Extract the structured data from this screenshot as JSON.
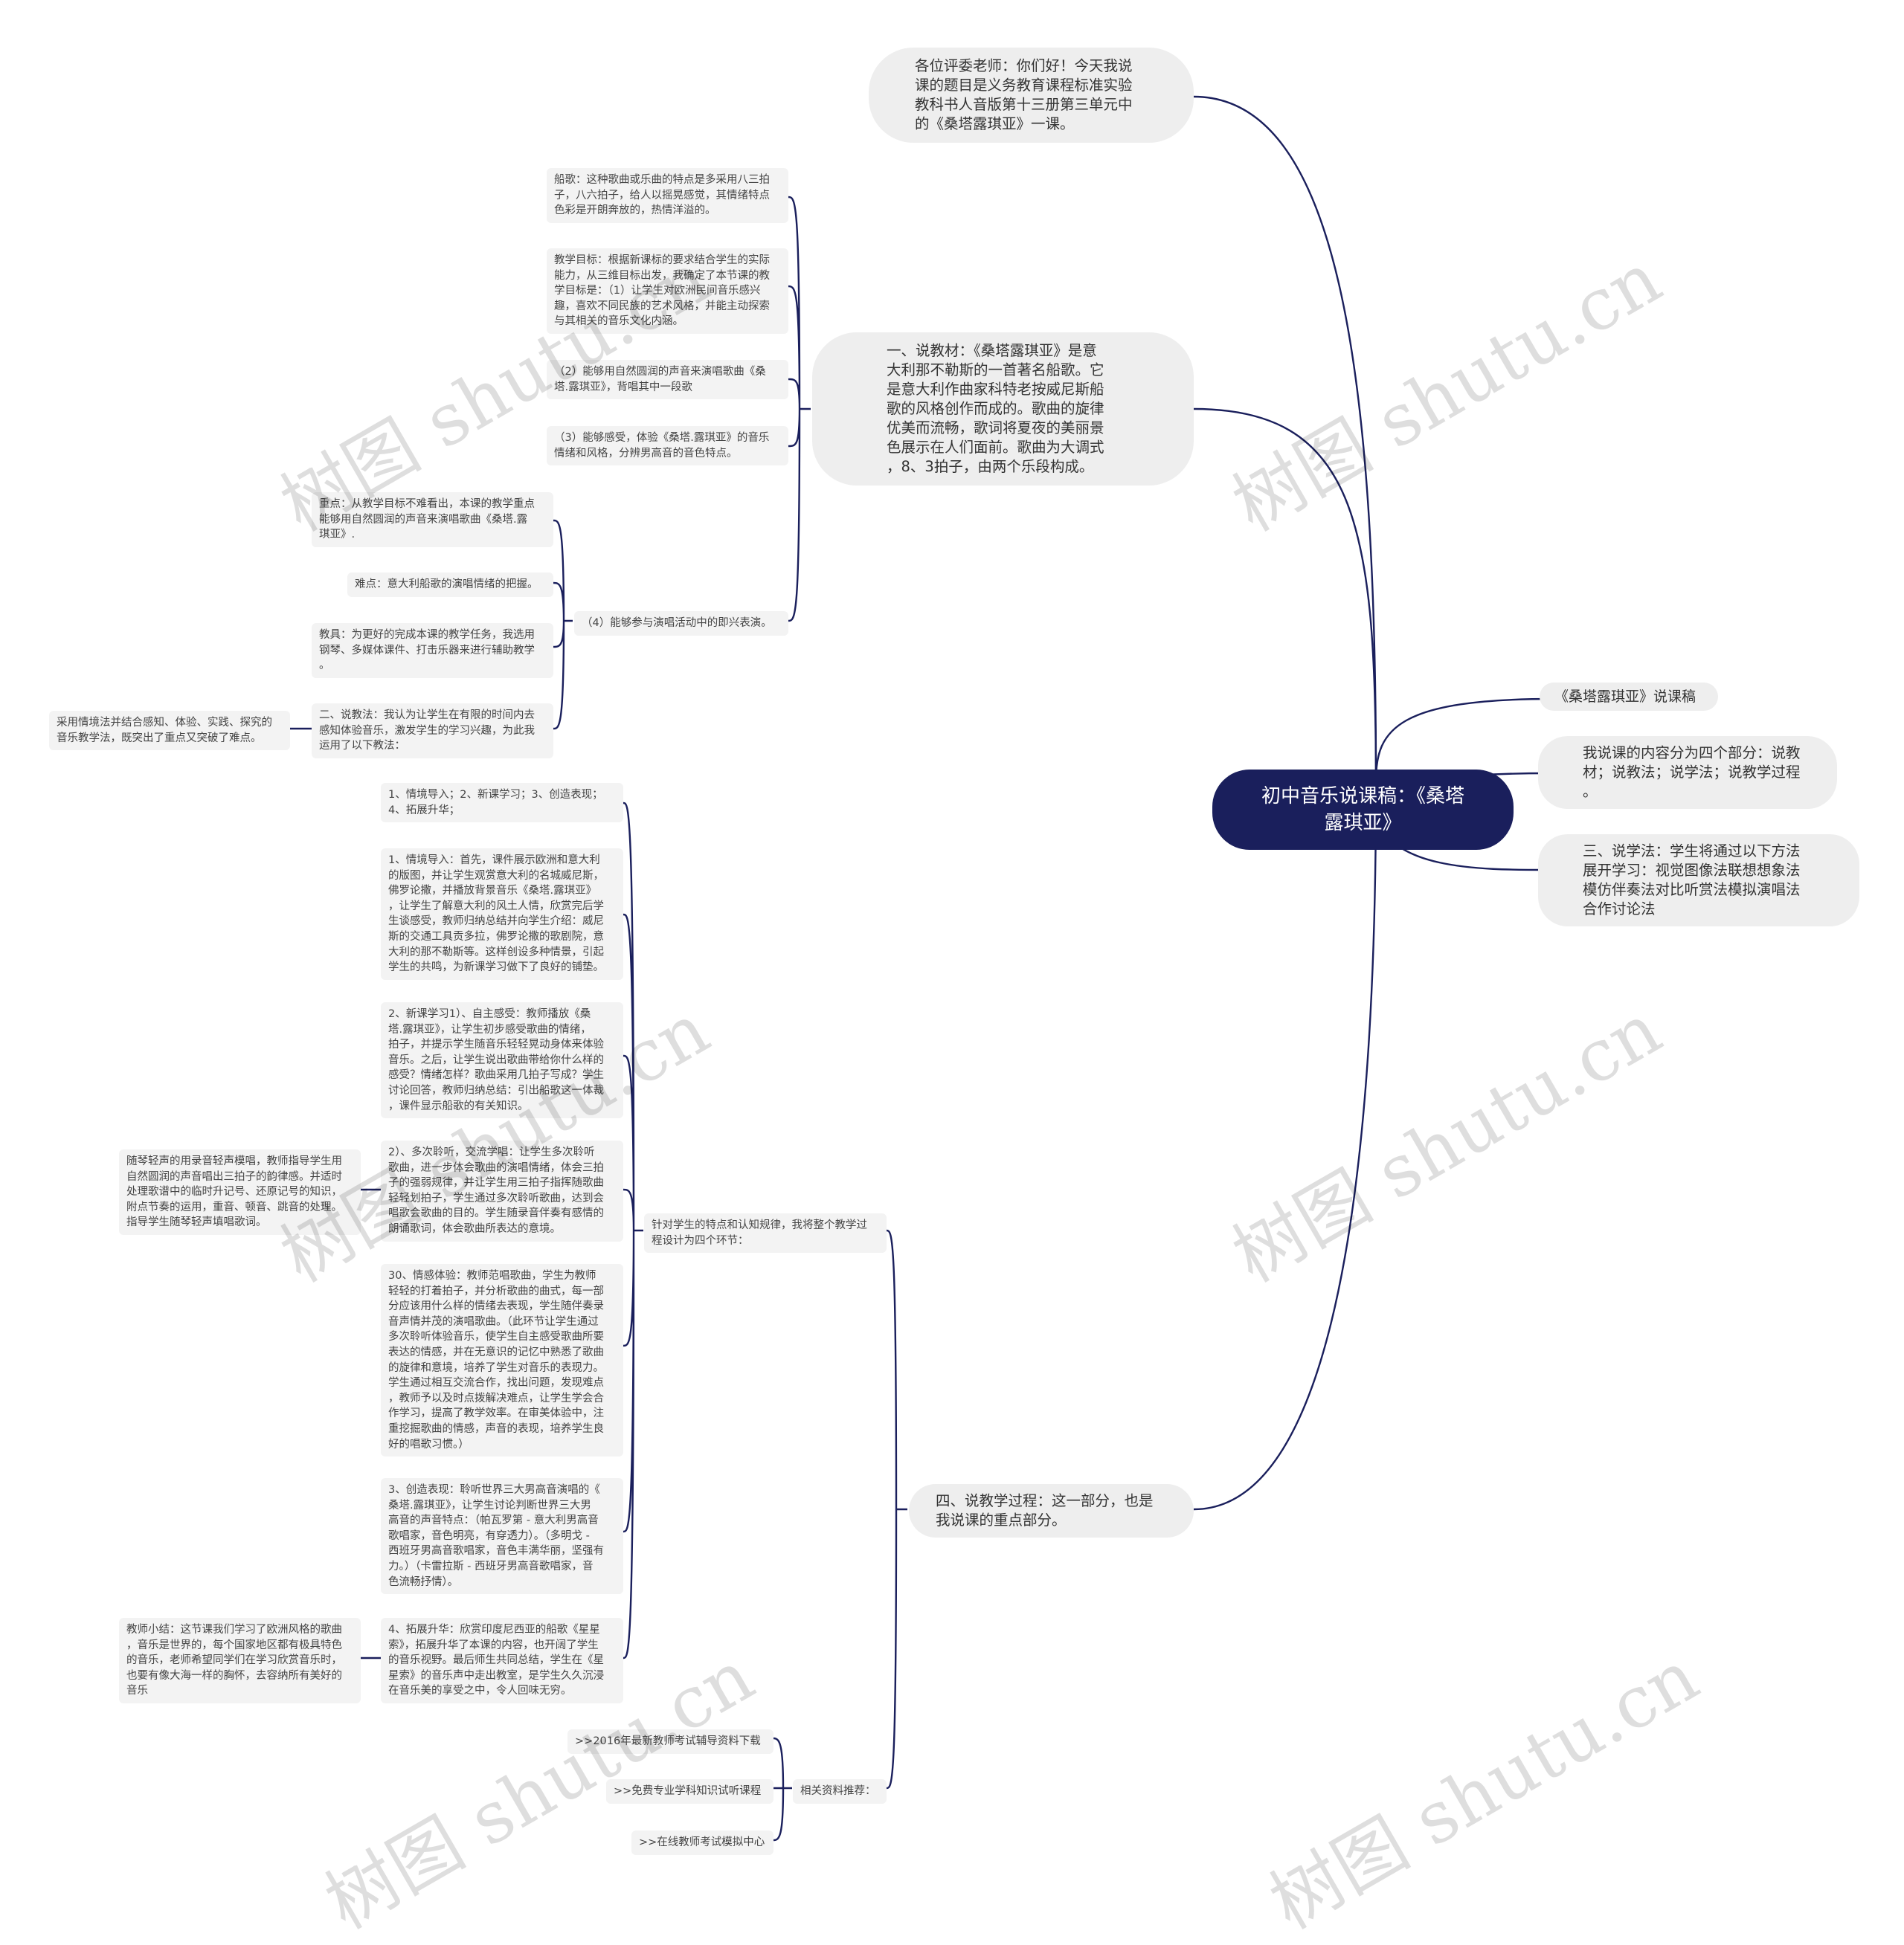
{
  "root": {
    "text": "初中音乐说课稿：《桑塔\n露琪亚》"
  },
  "right": [
    {
      "text": "《桑塔露琪亚》说课稿"
    },
    {
      "text": "我说课的内容分为四个部分：说教\n材；说教法；说学法；说教学过程\n。"
    },
    {
      "text": "三、说学法：学生将通过以下方法\n展开学习：视觉图像法联想想象法\n模仿伴奏法对比听赏法模拟演唱法\n合作讨论法"
    }
  ],
  "left": {
    "intro": "各位评委老师：你们好！今天我说\n课的题目是义务教育课程标准实验\n教科书人音版第十三册第三单元中\n的《桑塔露琪亚》一课。",
    "teaching_material": "一、说教材：《桑塔露琪亚》是意\n大利那不勒斯的一首著名船歌。它\n是意大利作曲家科特老按威尼斯船\n歌的风格创作而成的。歌曲的旋律\n优美而流畅，歌词将夏夜的美丽景\n色展示在人们面前。歌曲为大调式\n，8、3拍子，由两个乐段构成。",
    "teaching_process": "四、说教学过程：这一部分，也是\n我说课的重点部分。"
  },
  "material_children": [
    "船歌：这种歌曲或乐曲的特点是多采用八三拍\n子，八六拍子，给人以摇晃感觉，其情绪特点\n色彩是开朗奔放的，热情洋溢的。",
    "教学目标：根据新课标的要求结合学生的实际\n能力，从三维目标出发，我确定了本节课的教\n学目标是：（1）让学生对欧洲民间音乐感兴\n趣，喜欢不同民族的艺术风格，并能主动探索\n与其相关的音乐文化内涵。",
    "（2）能够用自然圆润的声音来演唱歌曲《桑\n塔.露琪亚》，背唱其中一段歌",
    "（3）能够感受，体验《桑塔.露琪亚》的音乐\n情绪和风格，分辨男高音的音色特点。",
    "（4）能够参与演唱活动中的即兴表演。"
  ],
  "item4_children": [
    "重点：从教学目标不难看出，本课的教学重点\n能够用自然圆润的声音来演唱歌曲《桑塔.露\n琪亚》.",
    "难点：意大利船歌的演唱情绪的把握。",
    "教具：为更好的完成本课的教学任务，我选用\n钢琴、多媒体课件、打击乐器来进行辅助教学\n。",
    "二、说教法：我认为让学生在有限的时间内去\n感知体验音乐，激发学生的学习兴趣，为此我\n运用了以下教法："
  ],
  "method_child": "采用情境法并结合感知、体验、实践、探究的\n音乐教学法，既突出了重点又突破了难点。",
  "process_children": {
    "design": "针对学生的特点和认知规律，我将整个教学过\n程设计为四个环节：",
    "related": "相关资料推荐："
  },
  "design_children": [
    "1、情境导入；2、新课学习；3、创造表现；\n4、拓展升华；",
    "1、情境导入：首先，课件展示欧洲和意大利\n的版图，并让学生观赏意大利的名城威尼斯，\n佛罗论撒，并播放背景音乐《桑塔.露琪亚》\n，让学生了解意大利的风土人情，欣赏完后学\n生谈感受，教师归纳总结并向学生介绍：威尼\n斯的交通工具贡多拉，佛罗论撒的歌剧院，意\n大利的那不勒斯等。这样创设多种情景，引起\n学生的共鸣，为新课学习做下了良好的铺垫。",
    "2、新课学习1）、自主感受：教师播放《桑\n塔.露琪亚》，让学生初步感受歌曲的情绪，\n拍子，并提示学生随音乐轻轻晃动身体来体验\n音乐。之后，让学生说出歌曲带给你什么样的\n感受？情绪怎样？歌曲采用几拍子写成？学生\n讨论回答，教师归纳总结：引出船歌这一体裁\n，课件显示船歌的有关知识。",
    "2）、多次聆听，交流学唱：让学生多次聆听\n歌曲，进一步体会歌曲的演唱情绪，体会三拍\n子的强弱规律，并让学生用三拍子指挥随歌曲\n轻轻划拍子，学生通过多次聆听歌曲，达到会\n唱歌会歌曲的目的。学生随录音伴奏有感情的\n朗诵歌词，体会歌曲所表达的意境。",
    "30、情感体验：教师范唱歌曲，学生为教师\n轻轻的打着拍子，并分析歌曲的曲式，每一部\n分应该用什么样的情绪去表现，学生随伴奏录\n音声情并茂的演唱歌曲。（此环节让学生通过\n多次聆听体验音乐，使学生自主感受歌曲所要\n表达的情感，并在无意识的记忆中熟悉了歌曲\n的旋律和意境，培养了学生对音乐的表现力。\n学生通过相互交流合作，找出问题，发现难点\n，教师予以及时点拨解决难点，让学生学会合\n作学习，提高了教学效率。在审美体验中，注\n重挖掘歌曲的情感，声音的表现，培养学生良\n好的唱歌习惯。）",
    "3、创造表现：聆听世界三大男高音演唱的《\n桑塔.露琪亚》，让学生讨论判断世界三大男\n高音的声音特点：（帕瓦罗第 - 意大利男高音\n歌唱家，音色明亮，有穿透力）。（多明戈 -\n西班牙男高音歌唱家，音色丰满华丽，坚强有\n力。）（卡雷拉斯 - 西班牙男高音歌唱家，音\n色流畅抒情）。",
    "4、拓展升华：欣赏印度尼西亚的船歌《星星\n索》，拓展升华了本课的内容，也开阔了学生\n的音乐视野。最后师生共同总结，学生在《星\n星索》的音乐声中走出教室，是学生久久沉浸\n在音乐美的享受之中，令人回味无穷。"
  ],
  "item2_child": "随琴轻声的用录音轻声模唱，教师指导学生用\n自然圆润的声音唱出三拍子的韵律感。并适时\n处理歌谱中的临时升记号、还原记号的知识，\n附点节奏的运用，重音、顿音、跳音的处理。\n指导学生随琴轻声填唱歌词。",
  "item4_child": "教师小结：这节课我们学习了欧洲风格的歌曲\n，音乐是世界的，每个国家地区都有极具特色\n的音乐，老师希望同学们在学习欣赏音乐时，\n也要有像大海一样的胸怀，去容纳所有美好的\n音乐",
  "related_children": [
    ">>2016年最新教师考试辅导资料下载",
    ">>免费专业学科知识试听课程",
    ">>在线教师考试模拟中心"
  ],
  "watermark": "树图 shutu.cn",
  "colors": {
    "root": "#1a1f5c",
    "line": "#1a1f5c",
    "node": "#eeeeee",
    "text": "#333333"
  }
}
